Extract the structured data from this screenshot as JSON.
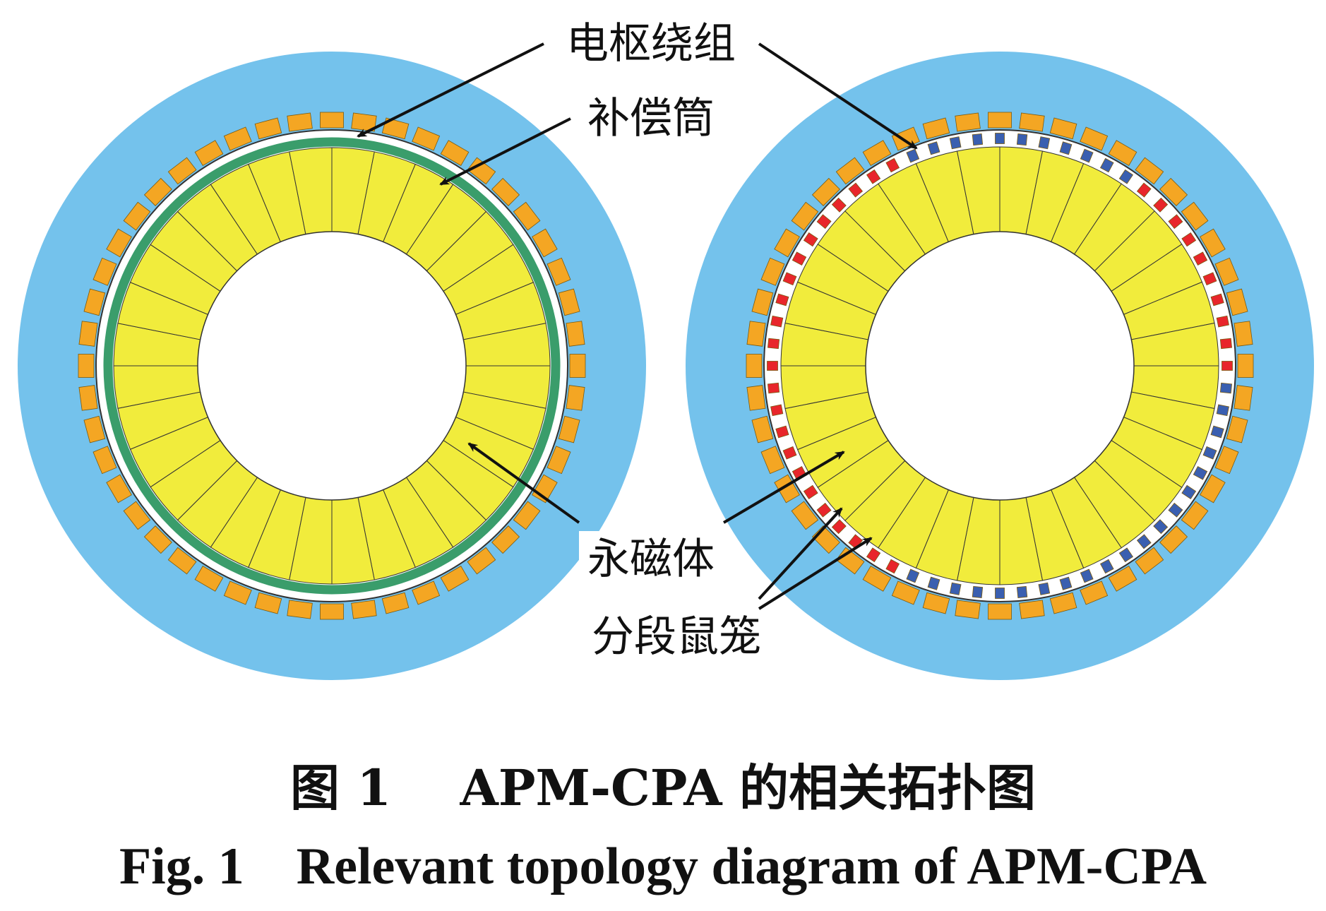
{
  "diagram": {
    "labels": {
      "armature_winding": "电枢绕组",
      "compensation_cylinder": "补偿筒",
      "permanent_magnet": "永磁体",
      "segmented_squirrel_cage": "分段鼠笼"
    },
    "colors": {
      "stator_core": "#74c2ec",
      "winding_slot": "#f4a623",
      "magnet": "#f1ec3c",
      "compensation_cylinder": "#3a9d6b",
      "cage_red": "#e8262b",
      "cage_blue": "#3a5fb0",
      "outline": "#333333",
      "arrow": "#111111"
    },
    "counts": {
      "stator_slots": 48,
      "magnet_poles": 32,
      "cage_segments": 64
    }
  },
  "caption": {
    "cn": "图 1    APM-CPA 的相关拓扑图",
    "en": "Fig. 1    Relevant topology diagram of APM-CPA"
  }
}
